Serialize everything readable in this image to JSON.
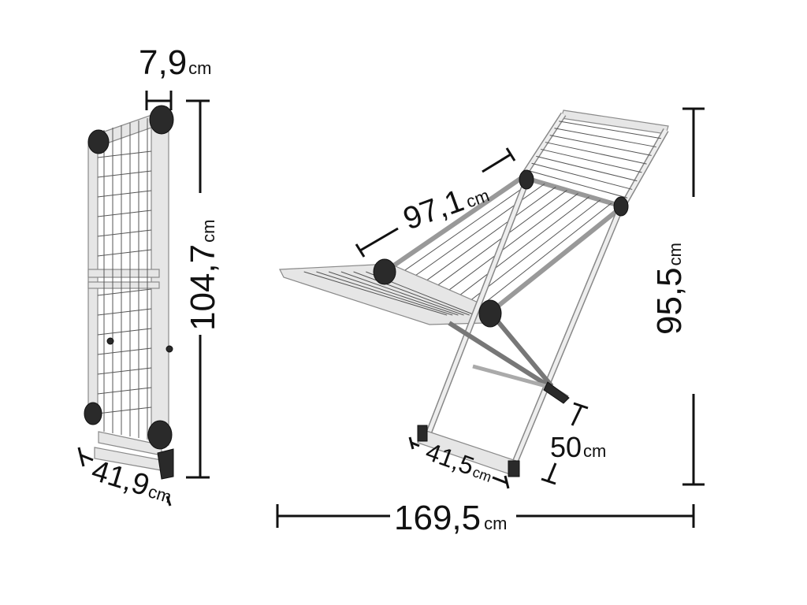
{
  "title": "Drying rack dimensions",
  "dimensions": {
    "folded_depth": {
      "value": "7,9",
      "unit": "cm"
    },
    "folded_height": {
      "value": "104,7",
      "unit": "cm"
    },
    "folded_width": {
      "value": "41,9",
      "unit": "cm"
    },
    "wing_length": {
      "value": "97,1",
      "unit": "cm"
    },
    "open_height": {
      "value": "95,5",
      "unit": "cm"
    },
    "leg_spread": {
      "value": "50",
      "unit": "cm"
    },
    "base_width": {
      "value": "41,5",
      "unit": "cm"
    },
    "open_length": {
      "value": "169,5",
      "unit": "cm"
    }
  },
  "colors": {
    "line": "#111111",
    "tube": "#e6e6e6",
    "joint": "#2a2a2a"
  }
}
